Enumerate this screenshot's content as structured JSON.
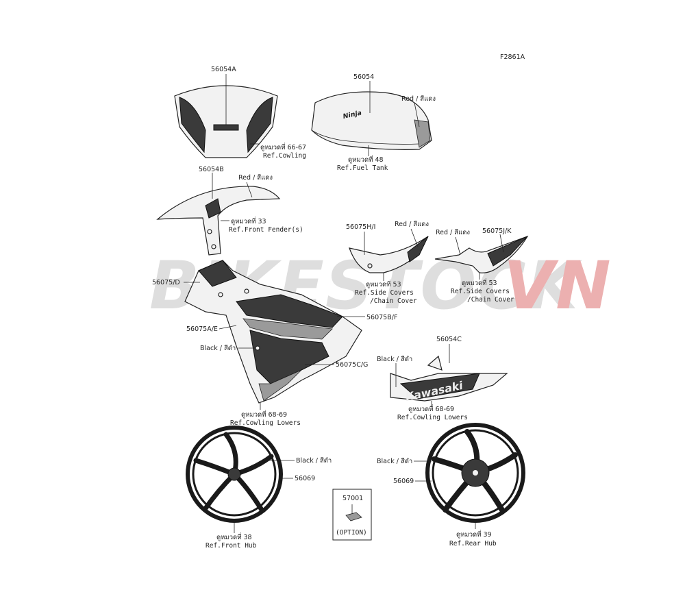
{
  "diagram_code": "F2861A",
  "watermark": {
    "text_gray": "BIKESTOCK",
    "text_red": "VN",
    "gray_color": "#d9d9d9",
    "red_color": "#e8a0a0"
  },
  "parts": {
    "p56054A": {
      "number": "56054A",
      "ref_th": "ดูหมวดที่ 66-67",
      "ref_en": "Ref.Cowling"
    },
    "p56054": {
      "number": "56054",
      "color": "Red / สีแดง",
      "ref_th": "ดูหมวดที่ 48",
      "ref_en": "Ref.Fuel Tank",
      "logo": "Ninja"
    },
    "p56054B": {
      "number": "56054B",
      "color": "Red / สีแดง",
      "ref_th": "ดูหมวดที่ 33",
      "ref_en": "Ref.Front Fender(s)"
    },
    "p56075HI": {
      "number": "56075H/I",
      "color": "Red / สีแดง",
      "ref_th": "ดูหมวดที่ 53",
      "ref_en1": "Ref.Side Covers",
      "ref_en2": "/Chain Cover"
    },
    "p56075JK": {
      "number": "56075J/K",
      "color": "Red / สีแดง",
      "ref_th": "ดูหมวดที่ 53",
      "ref_en1": "Ref.Side Covers",
      "ref_en2": "/Chain Cover"
    },
    "p56075D": {
      "number": "56075/D"
    },
    "p56075BF": {
      "number": "56075B/F"
    },
    "p56075AE": {
      "number": "56075A/E"
    },
    "p56075CG": {
      "number": "56075C/G"
    },
    "fairing": {
      "color": "Black / สีดำ",
      "ref_th": "ดูหมวดที่ 68-69",
      "ref_en": "Ref.Cowling Lowers"
    },
    "p56054C": {
      "number": "56054C",
      "color": "Black / สีดำ",
      "ref_th": "ดูหมวดที่ 68-69",
      "ref_en": "Ref.Cowling Lowers",
      "logo": "Kawasaki"
    },
    "front_wheel": {
      "number": "56069",
      "color": "Black / สีดำ",
      "ref_th": "ดูหมวดที่ 38",
      "ref_en": "Ref.Front Hub"
    },
    "rear_wheel": {
      "number": "56069",
      "color": "Black / สีดำ",
      "ref_th": "ดูหมวดที่ 39",
      "ref_en": "Ref.Rear Hub"
    },
    "p57001": {
      "number": "57001",
      "note": "(OPTION)"
    }
  }
}
